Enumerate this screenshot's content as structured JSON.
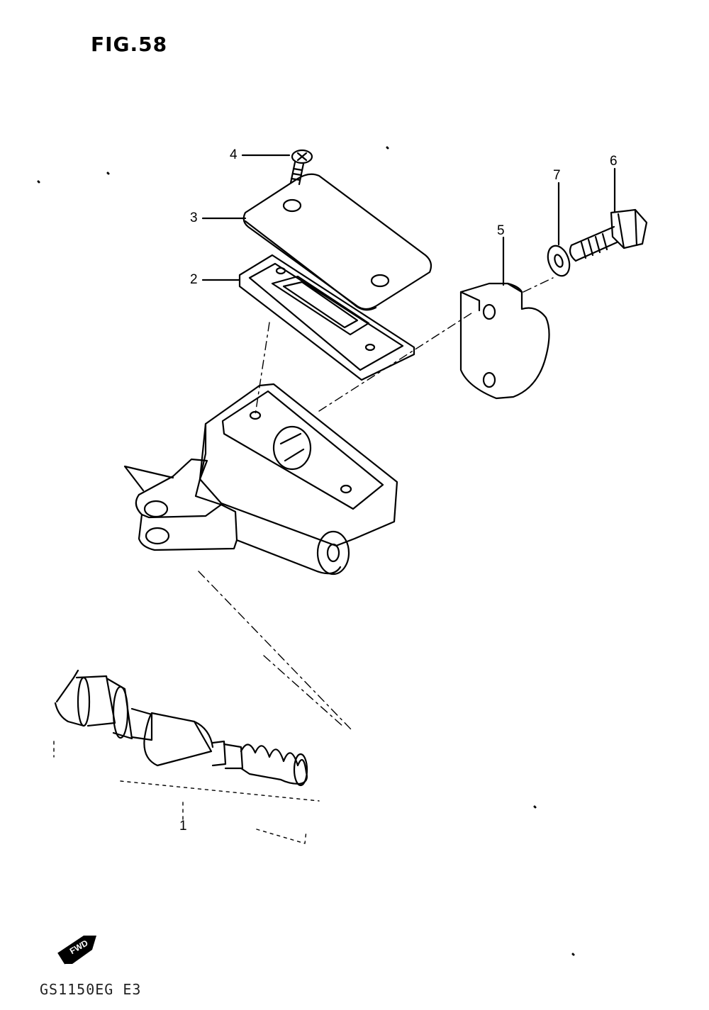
{
  "figure": {
    "title": "FIG.58"
  },
  "callouts": [
    {
      "id": "4",
      "label": "4"
    },
    {
      "id": "3",
      "label": "3"
    },
    {
      "id": "2",
      "label": "2"
    },
    {
      "id": "5",
      "label": "5"
    },
    {
      "id": "7",
      "label": "7"
    },
    {
      "id": "6",
      "label": "6"
    },
    {
      "id": "1",
      "label": "1"
    }
  ],
  "fwd_mark": {
    "label": "FWD",
    "icon": "forward-arrow-icon"
  },
  "model_code": "GS1150EG E3"
}
